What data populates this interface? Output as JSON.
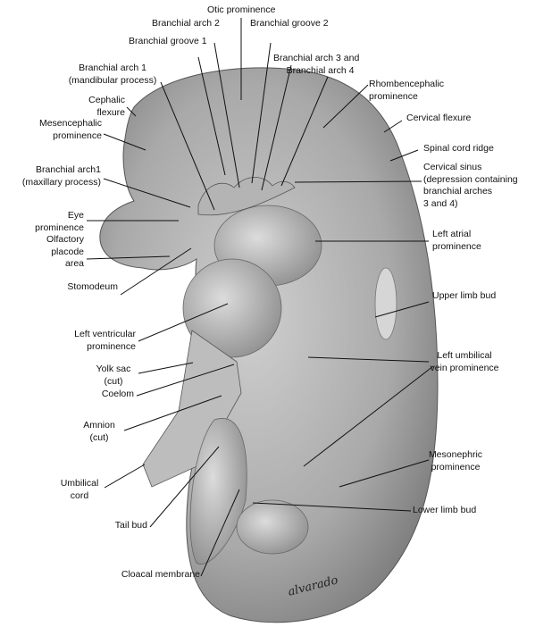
{
  "labels": {
    "otic_prominence": "Otic prominence",
    "branchial_arch_2": "Branchial arch 2",
    "branchial_groove_2": "Branchial groove 2",
    "branchial_groove_1": "Branchial groove 1",
    "branchial_arch_3_4": "Branchial arch 3 and\n     Branchial arch 4",
    "branchial_arch_1_mandibular": "Branchial arch 1\n(mandibular process)",
    "rhombencephalic_prominence": "Rhombencephalic\nprominence",
    "cephalic_flexure": "Cephalic\nflexure",
    "mesencephalic_prominence": "Mesencephalic\nprominence",
    "cervical_flexure": "Cervical flexure",
    "spinal_cord_ridge": "Spinal cord ridge",
    "branchial_arch_1_maxillary": "Branchial arch1\n(maxillary process)",
    "cervical_sinus": "Cervical sinus\n(depression containing\nbranchial arches\n3 and 4)",
    "eye_prominence": "Eye\nprominence",
    "left_atrial_prominence": "Left atrial\nprominence",
    "olfactory_placode_area": "Olfactory\nplacode\narea",
    "stomodeum": "Stomodeum",
    "upper_limb_bud": "Upper limb bud",
    "left_ventricular_prominence": "Left ventricular\nprominence",
    "left_umbilical_vein_prominence": "Left umbilical\nvein prominence",
    "yolk_sac": "Yolk sac\n(cut)",
    "coelom": "Coelom",
    "amnion": "Amnion\n(cut)",
    "mesonephric_prominence": "Mesonephric\nprominence",
    "umbilical_cord": "Umbilical\ncord",
    "lower_limb_bud": "Lower limb bud",
    "tail_bud": "Tail bud",
    "cloacal_membrane": "Cloacal membrane"
  },
  "signature": "alvarado"
}
